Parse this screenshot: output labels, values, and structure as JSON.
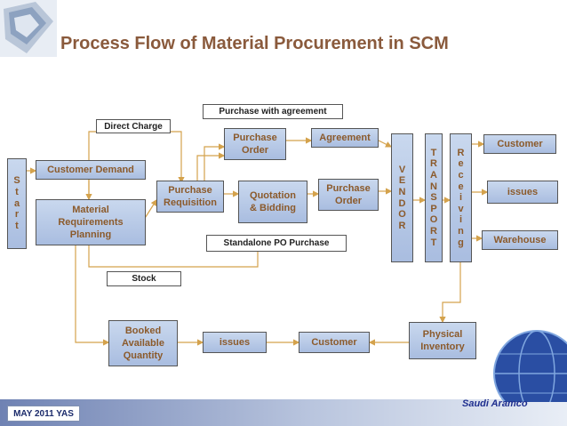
{
  "title": "Process Flow of Material Procurement in SCM",
  "colors": {
    "box_fill": "#b5c7e6",
    "box_text": "#8b5a2b",
    "line": "#d4a24c",
    "title": "#8a5a3c"
  },
  "start": [
    "S",
    "t",
    "a",
    "r",
    "t"
  ],
  "boxes": {
    "customer_demand": "Customer Demand",
    "mrp": "Material Requirements Planning",
    "direct_charge": "Direct Charge",
    "purchase_with_agreement": "Purchase with agreement",
    "purchase_order_top": "Purchase Order",
    "agreement": "Agreement",
    "purchase_requisition": "Purchase Requisition",
    "quotation_bidding": "Quotation & Bidding",
    "purchase_order_mid": "Purchase Order",
    "standalone_po": "Standalone PO Purchase",
    "stock": "Stock",
    "booked_available_quantity": "Booked Available Quantity",
    "issues_bottom": "issues",
    "customer_bottom": "Customer",
    "physical_inventory": "Physical Inventory",
    "customer_right": "Customer",
    "issues_right": "issues",
    "warehouse": "Warehouse"
  },
  "vendor": [
    "V",
    "E",
    "N",
    "D",
    "O",
    "R"
  ],
  "transport": [
    "T",
    "R",
    "A",
    "N",
    "S",
    "P",
    "O",
    "R",
    "T"
  ],
  "receiving": [
    "R",
    "e",
    "c",
    "e",
    "i",
    "v",
    "i",
    "n",
    "g"
  ],
  "footer": {
    "date": "MAY 2011  YAS",
    "brand": "Saudi Aramco"
  }
}
